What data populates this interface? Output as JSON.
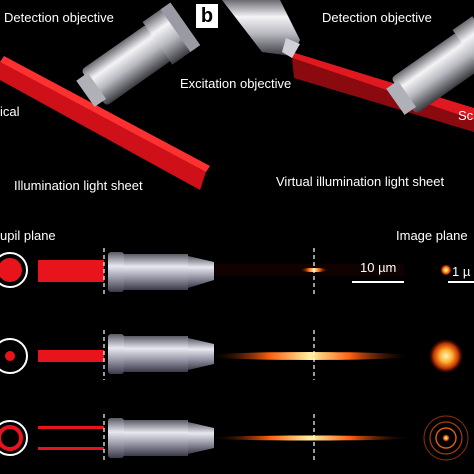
{
  "panel_a": {
    "detection_label": "Detection objective",
    "partial_label": "ical",
    "sheet_label": "Illumination light sheet"
  },
  "panel_b": {
    "letter": "b",
    "detection_label": "Detection objective",
    "excitation_label": "Excitation objective",
    "partial_label": "Sc",
    "sheet_label": "Virtual illumination light sheet"
  },
  "bottom": {
    "pupil_label": "upil plane",
    "image_label": "Image plane",
    "scale_left": "10 µm",
    "scale_right": "1 µ"
  },
  "colors": {
    "beam": "#e8141c",
    "glow": "#ffb040",
    "bg": "#000000"
  }
}
